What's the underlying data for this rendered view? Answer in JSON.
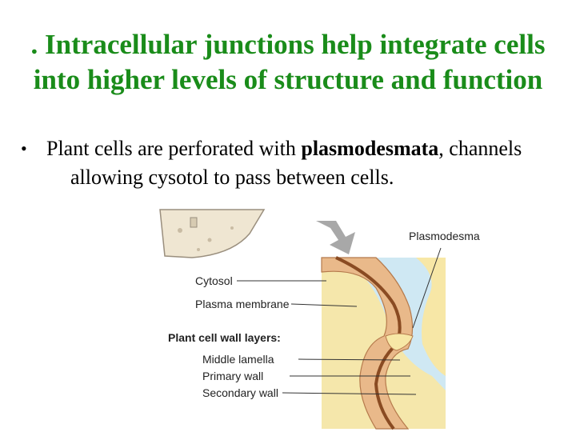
{
  "title": ". Intracellular junctions help integrate cells into higher levels of structure and function",
  "bullet": {
    "symbol": "•",
    "text_before": "Plant cells are perforated with ",
    "bold_term": "plasmodesmata",
    "text_after": ", channels allowing cysotol to pass between cells."
  },
  "diagram": {
    "labels": {
      "plasmodesma": "Plasmodesma",
      "cytosol": "Cytosol",
      "plasma_membrane": "Plasma membrane",
      "wall_layers_heading": "Plant cell wall layers:",
      "middle_lamella": "Middle lamella",
      "primary_wall": "Primary wall",
      "secondary_wall": "Secondary wall"
    }
  },
  "colors": {
    "title": "#1a8c1a",
    "cell_fill": "#f7e7a6",
    "wall_fill": "#e9b98a",
    "background_blue": "#cfe8f3"
  }
}
